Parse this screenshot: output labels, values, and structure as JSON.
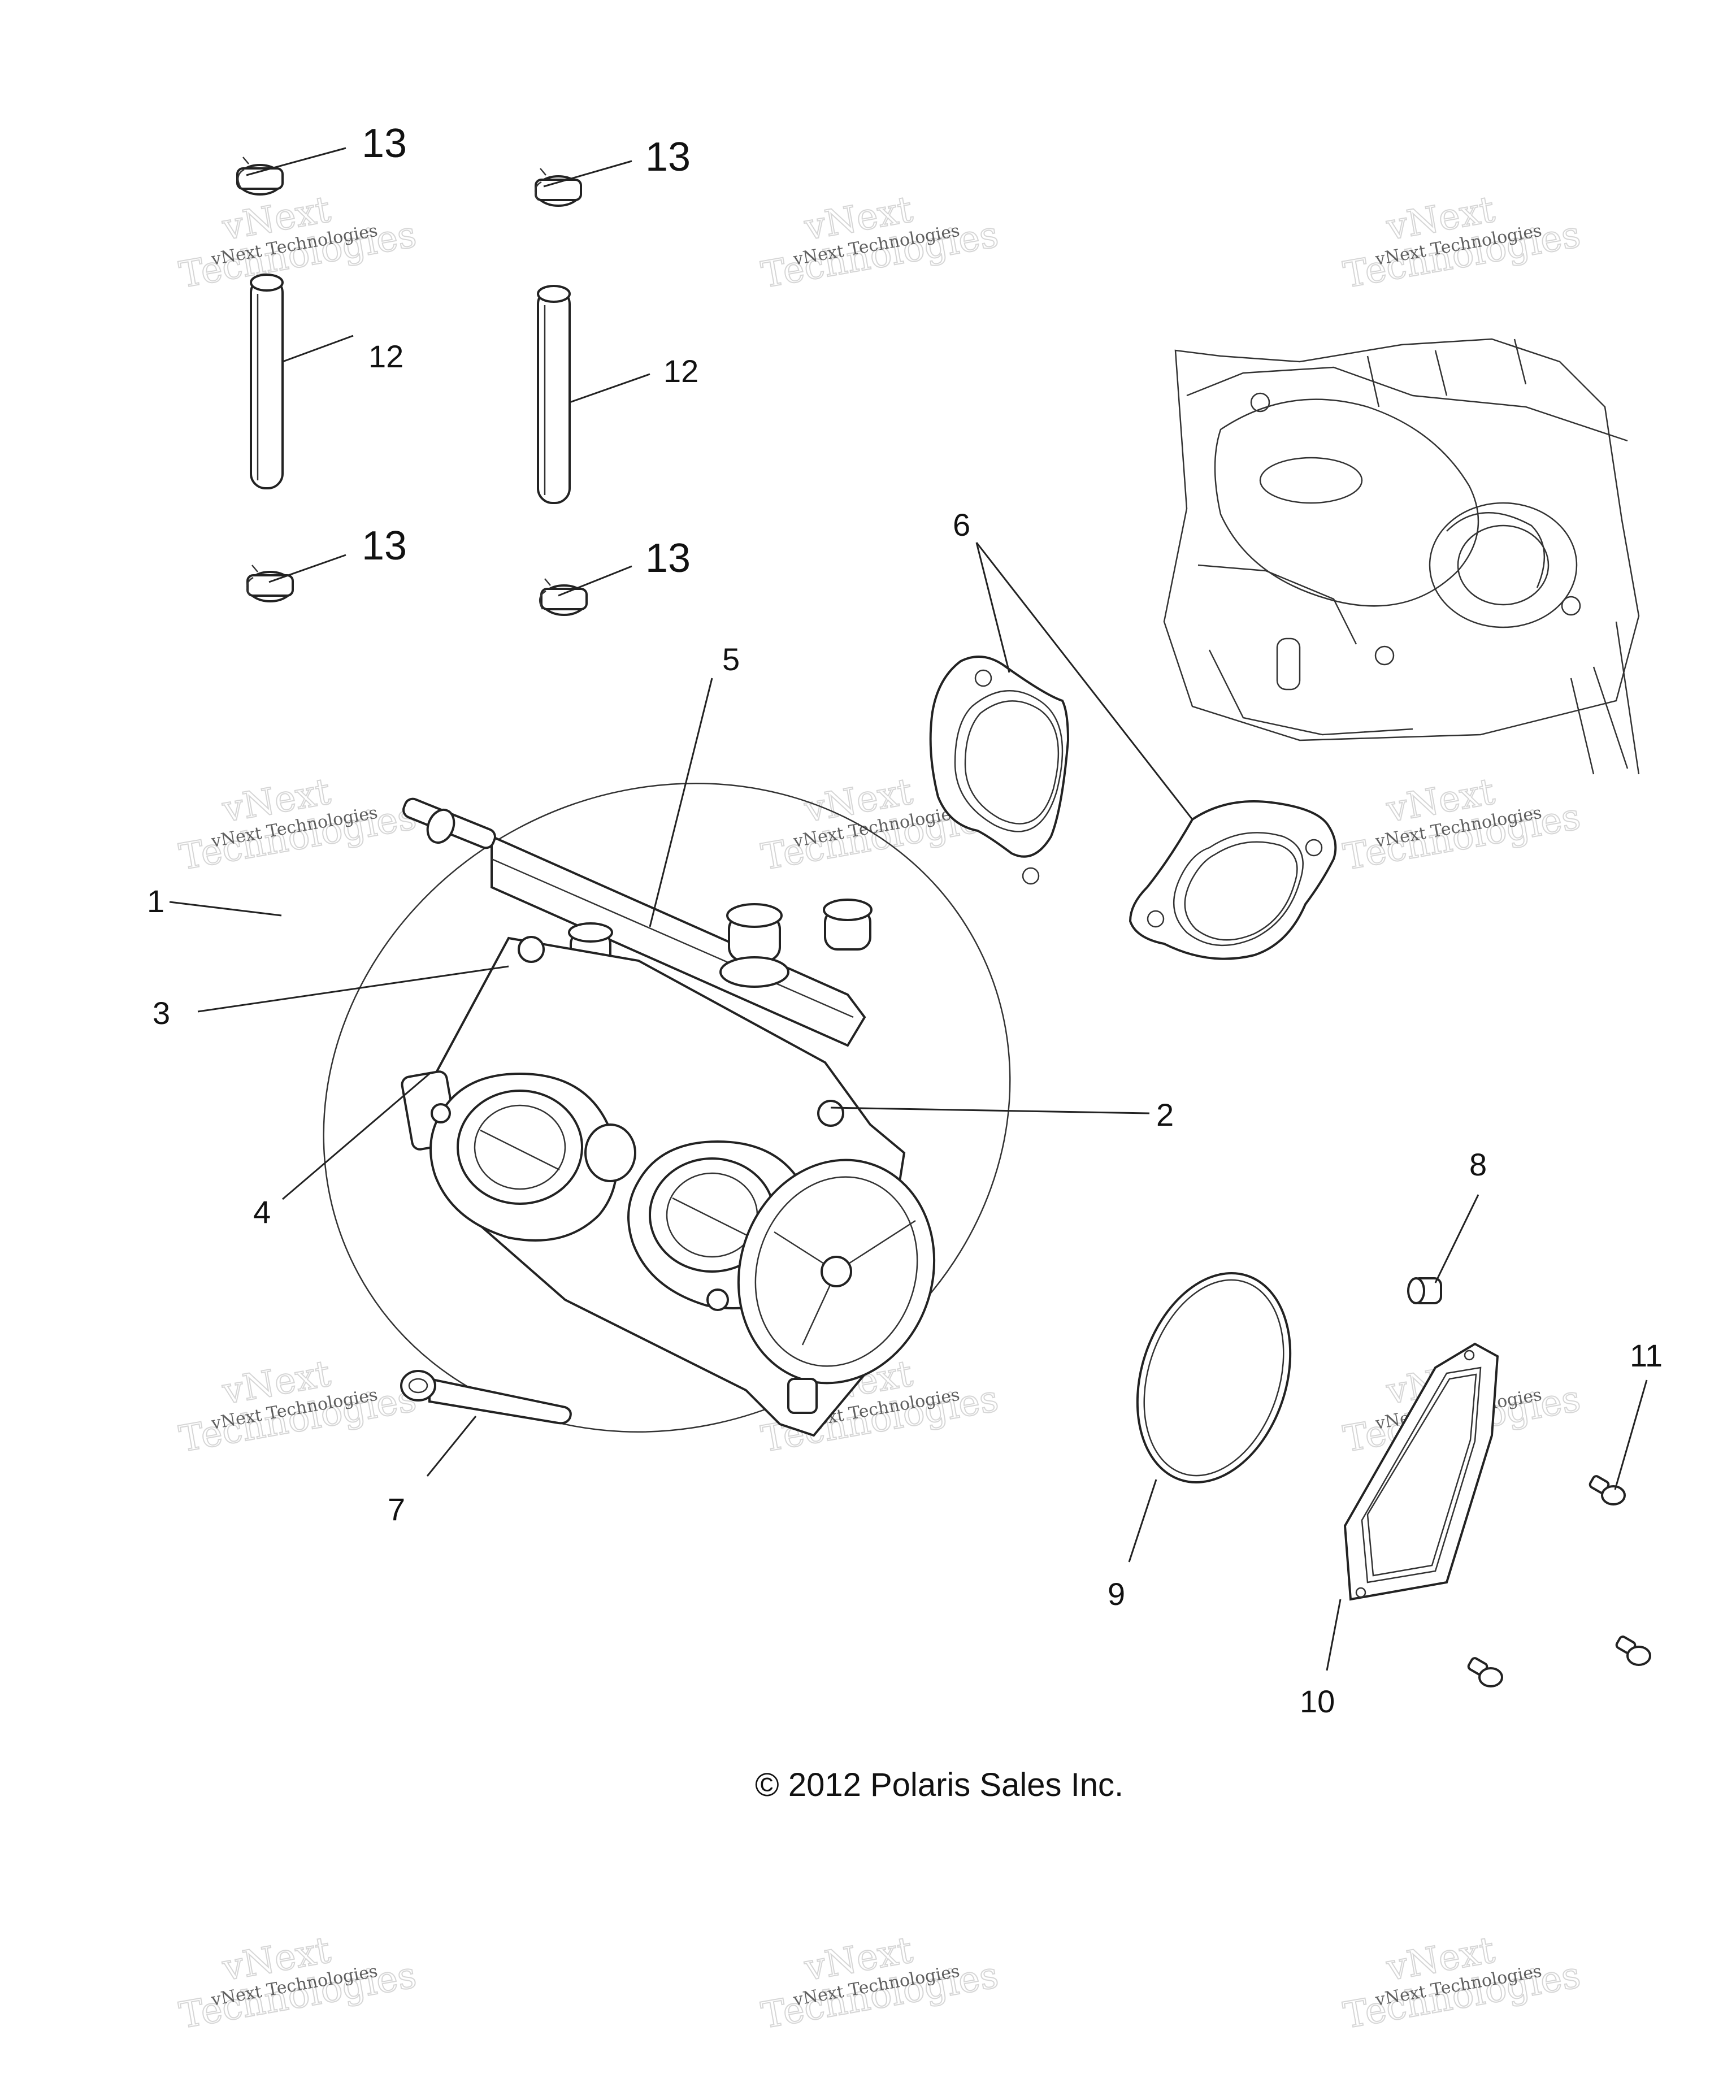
{
  "callouts": {
    "c1": "1",
    "c2": "2",
    "c3": "3",
    "c4": "4",
    "c5": "5",
    "c6": "6",
    "c7": "7",
    "c8": "8",
    "c9": "9",
    "c10": "10",
    "c11": "11",
    "c12": "12",
    "c13": "13"
  },
  "copyright": "© 2012 Polaris Sales Inc.",
  "watermark": {
    "line1": "vNext Technologies",
    "line2": "vNext",
    "line3": "Technologies"
  },
  "colors": {
    "line": "#222222",
    "watermark": "#b5b5b5",
    "background": "#ffffff"
  }
}
